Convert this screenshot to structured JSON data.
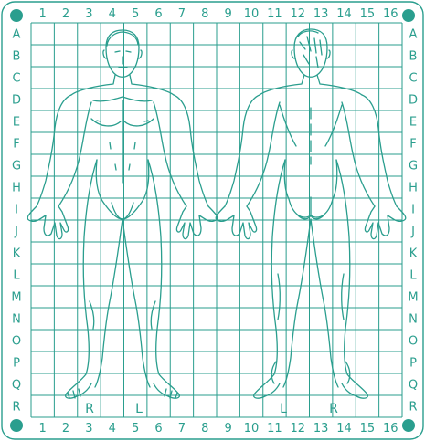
{
  "grid": {
    "columns": [
      "1",
      "2",
      "3",
      "4",
      "5",
      "6",
      "7",
      "8",
      "9",
      "10",
      "11",
      "12",
      "13",
      "14",
      "15",
      "16"
    ],
    "rows": [
      "A",
      "B",
      "C",
      "D",
      "E",
      "F",
      "G",
      "H",
      "I",
      "J",
      "K",
      "L",
      "M",
      "N",
      "O",
      "P",
      "Q",
      "R"
    ]
  },
  "figures": {
    "front": {
      "right_label": "R",
      "left_label": "L"
    },
    "back": {
      "left_label": "L",
      "right_label": "R"
    }
  },
  "colors": {
    "line": "#2a9e8e",
    "background": "#ffffff"
  }
}
